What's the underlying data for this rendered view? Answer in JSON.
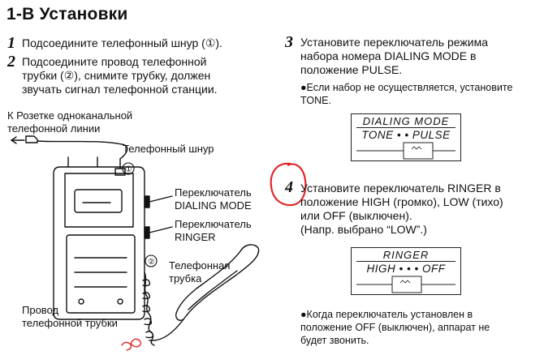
{
  "section_title": "1-В Установки",
  "steps": [
    {
      "num": "1",
      "lines": [
        "Подсоедините телефонный шнур (①)."
      ]
    },
    {
      "num": "2",
      "lines": [
        "Подсоедините провод телефонной",
        "трубки (②), снимите трубку, должен",
        "звучать сигнал телефонной станции."
      ]
    },
    {
      "num": "3",
      "lines": [
        "Установите переключатель режима",
        "набора номера DIALING MODE в",
        "положение PULSE."
      ]
    },
    {
      "num": "4",
      "lines": [
        "Установите переключатель RINGER в",
        "положение HIGH (громко), LOW (тихо)",
        "или OFF (выключен).",
        "(Напр. выбрано “LOW”.)"
      ]
    }
  ],
  "notes": {
    "step3": [
      "●Если набор не осуществляется, установите",
      "TONE."
    ],
    "step4": [
      "●Когда переключатель установлен в",
      "положение OFF (выключен), аппарат не",
      "будет звонить."
    ]
  },
  "switches": {
    "dialing": {
      "title": "DIALING MODE",
      "left": "TONE",
      "dots": "•  •",
      "right": "PULSE"
    },
    "ringer": {
      "title": "RINGER",
      "left": "HIGH",
      "dots": "•  •  •",
      "right": "OFF"
    }
  },
  "diagram_labels": {
    "wall_jack": [
      "К Розетке одноканальной",
      "телефонной линии"
    ],
    "phone_cord": "Телефонный шнур",
    "dialing_switch": [
      "Переключатель",
      "DIALING MODE"
    ],
    "ringer_switch": [
      "Переключатель",
      "RINGER"
    ],
    "handset": [
      "Телефонная",
      "трубка"
    ],
    "handset_cord": [
      "Провод",
      "телефонной трубки"
    ],
    "marker1": "①",
    "marker2": "②"
  },
  "colors": {
    "ink": "#111111",
    "annotation_red": "#e0282a"
  }
}
